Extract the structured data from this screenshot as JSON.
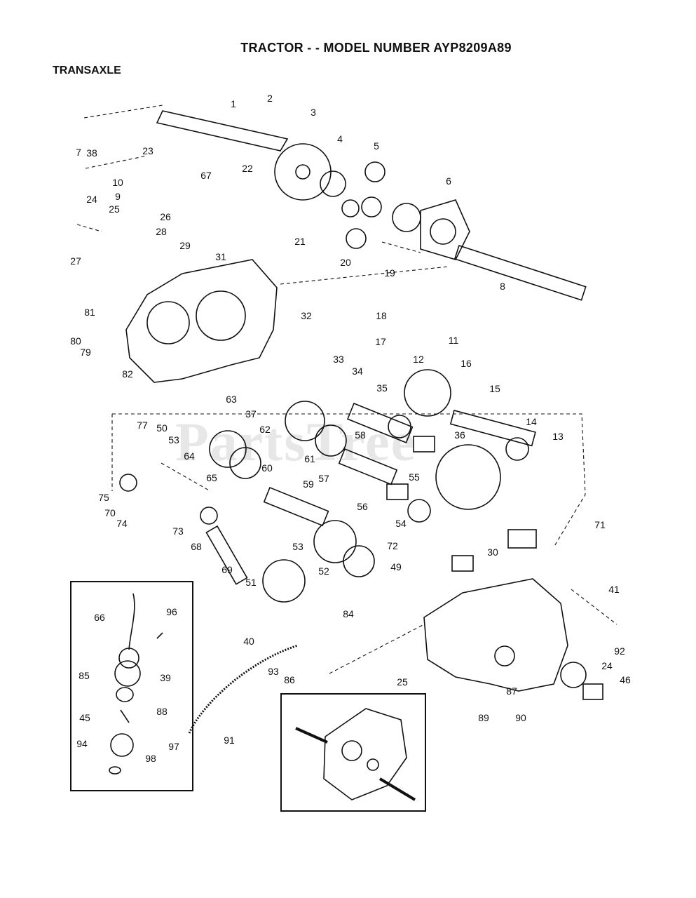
{
  "header": {
    "title": "TRACTOR - - MODEL NUMBER AYP8209A89",
    "section": "TRANSAXLE"
  },
  "watermark": "PartsTree",
  "callouts": [
    "1",
    "2",
    "3",
    "4",
    "5",
    "6",
    "7",
    "38",
    "23",
    "22",
    "67",
    "10",
    "9",
    "24",
    "25",
    "26",
    "28",
    "29",
    "21",
    "20",
    "8",
    "27",
    "31",
    "19",
    "81",
    "32",
    "18",
    "11",
    "17",
    "80",
    "79",
    "33",
    "34",
    "12",
    "16",
    "82",
    "63",
    "37",
    "35",
    "15",
    "77",
    "50",
    "53",
    "62",
    "58",
    "36",
    "14",
    "13",
    "64",
    "61",
    "60",
    "57",
    "65",
    "55",
    "59",
    "75",
    "56",
    "70",
    "54",
    "74",
    "73",
    "68",
    "53",
    "72",
    "69",
    "52",
    "30",
    "71",
    "51",
    "49",
    "41",
    "84",
    "66",
    "96",
    "40",
    "92",
    "93",
    "86",
    "85",
    "39",
    "25",
    "24",
    "46",
    "87",
    "88",
    "45",
    "89",
    "90",
    "97",
    "91",
    "94",
    "98"
  ],
  "colors": {
    "ink": "#111111",
    "paper": "#ffffff"
  }
}
